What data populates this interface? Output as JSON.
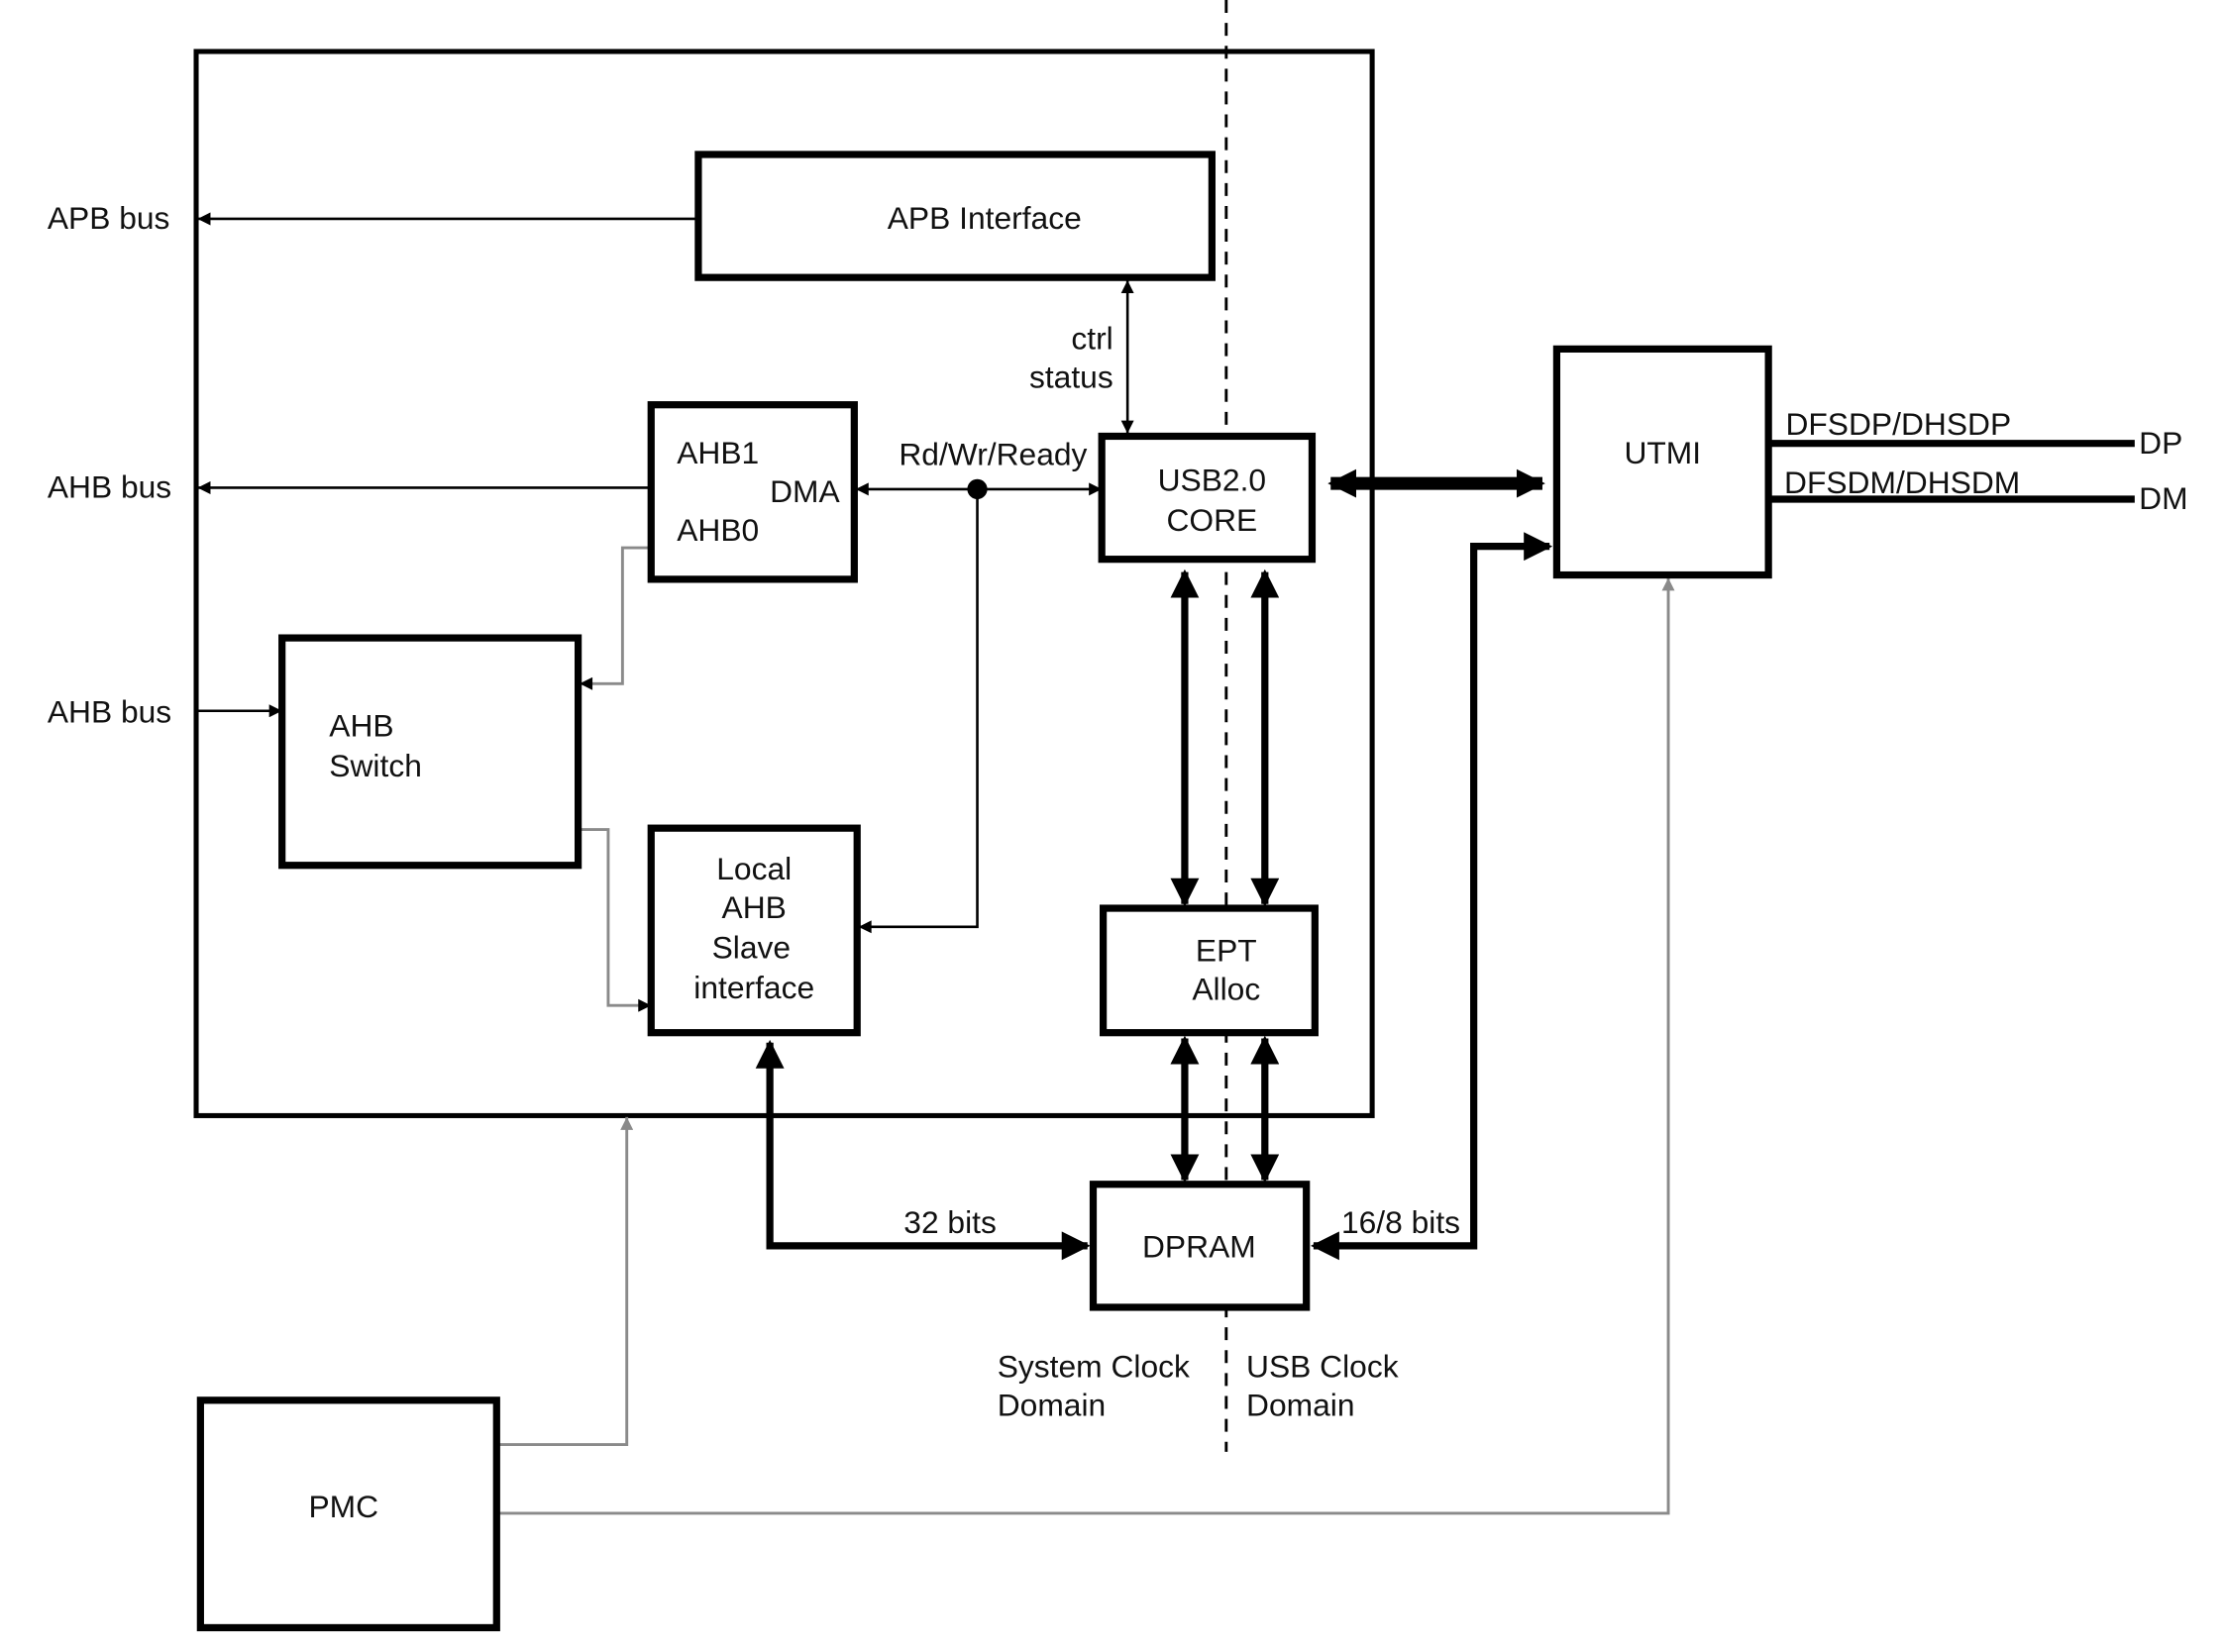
{
  "external": {
    "apb_bus": "APB bus",
    "ahb_bus_out": "AHB bus",
    "ahb_bus_in": "AHB bus",
    "dp": "DP",
    "dm": "DM"
  },
  "blocks": {
    "apb_interface": "APB Interface",
    "dma_ahb1": "AHB1",
    "dma_label": "DMA",
    "dma_ahb0": "AHB0",
    "ahb_switch": [
      "AHB",
      "Switch"
    ],
    "local_ahb": [
      "Local",
      "AHB",
      "Slave",
      "interface"
    ],
    "usb_core": [
      "USB2.0",
      "CORE"
    ],
    "ept_alloc": [
      "EPT",
      "Alloc"
    ],
    "dpram": "DPRAM",
    "utmi": "UTMI",
    "pmc": "PMC"
  },
  "signals": {
    "ctrl": "ctrl",
    "status": "status",
    "rd_wr_ready": "Rd/Wr/Ready",
    "bits_32": "32 bits",
    "bits_16_8": "16/8 bits",
    "dfsdp": "DFSDP/DHSDP",
    "dfsdm": "DFSDM/DHSDM"
  },
  "domains": {
    "system": [
      "System Clock",
      "Domain"
    ],
    "usb": [
      "USB Clock",
      "Domain"
    ]
  }
}
